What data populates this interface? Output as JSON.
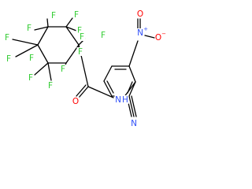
{
  "molecule": {
    "atom_labels": [
      {
        "id": "F-top-left-a",
        "text": "F",
        "color": "#33cc33"
      },
      {
        "id": "F-top-left-b",
        "text": "F",
        "color": "#33cc33"
      },
      {
        "id": "F-top-right-a",
        "text": "F",
        "color": "#33cc33"
      },
      {
        "id": "F-top-right-b",
        "text": "F",
        "color": "#33cc33"
      },
      {
        "id": "F-right-upper",
        "text": "F",
        "color": "#33cc33"
      },
      {
        "id": "F-right-lower",
        "text": "F",
        "color": "#33cc33"
      },
      {
        "id": "F-left-upper-a",
        "text": "F",
        "color": "#33cc33"
      },
      {
        "id": "F-left-upper-b",
        "text": "F",
        "color": "#33cc33"
      },
      {
        "id": "F-left-lower-a",
        "text": "F",
        "color": "#33cc33"
      },
      {
        "id": "F-left-lower-b",
        "text": "F",
        "color": "#33cc33"
      },
      {
        "id": "F-bottom-a",
        "text": "F",
        "color": "#33cc33"
      },
      {
        "id": "F-bottom-b",
        "text": "F",
        "color": "#33cc33"
      },
      {
        "id": "F-bottom-c",
        "text": "F",
        "color": "#33cc33"
      },
      {
        "id": "O-carbonyl",
        "text": "O",
        "color": "#ff0000"
      },
      {
        "id": "N-amide",
        "text": "N",
        "color": "#3050f8"
      },
      {
        "id": "H-amide",
        "text": "H",
        "color": "#3050f8"
      },
      {
        "id": "N-nitro",
        "text": "N",
        "color": "#3050f8"
      },
      {
        "id": "N-nitro-charge",
        "text": "+",
        "color": "#3050f8"
      },
      {
        "id": "O-nitro-top",
        "text": "O",
        "color": "#ff0000"
      },
      {
        "id": "O-nitro-right",
        "text": "O",
        "color": "#ff0000"
      },
      {
        "id": "O-nitro-charge",
        "text": "−",
        "color": "#ff0000"
      },
      {
        "id": "N-nitrile",
        "text": "N",
        "color": "#3050f8"
      }
    ],
    "bond_color": "#000000"
  }
}
